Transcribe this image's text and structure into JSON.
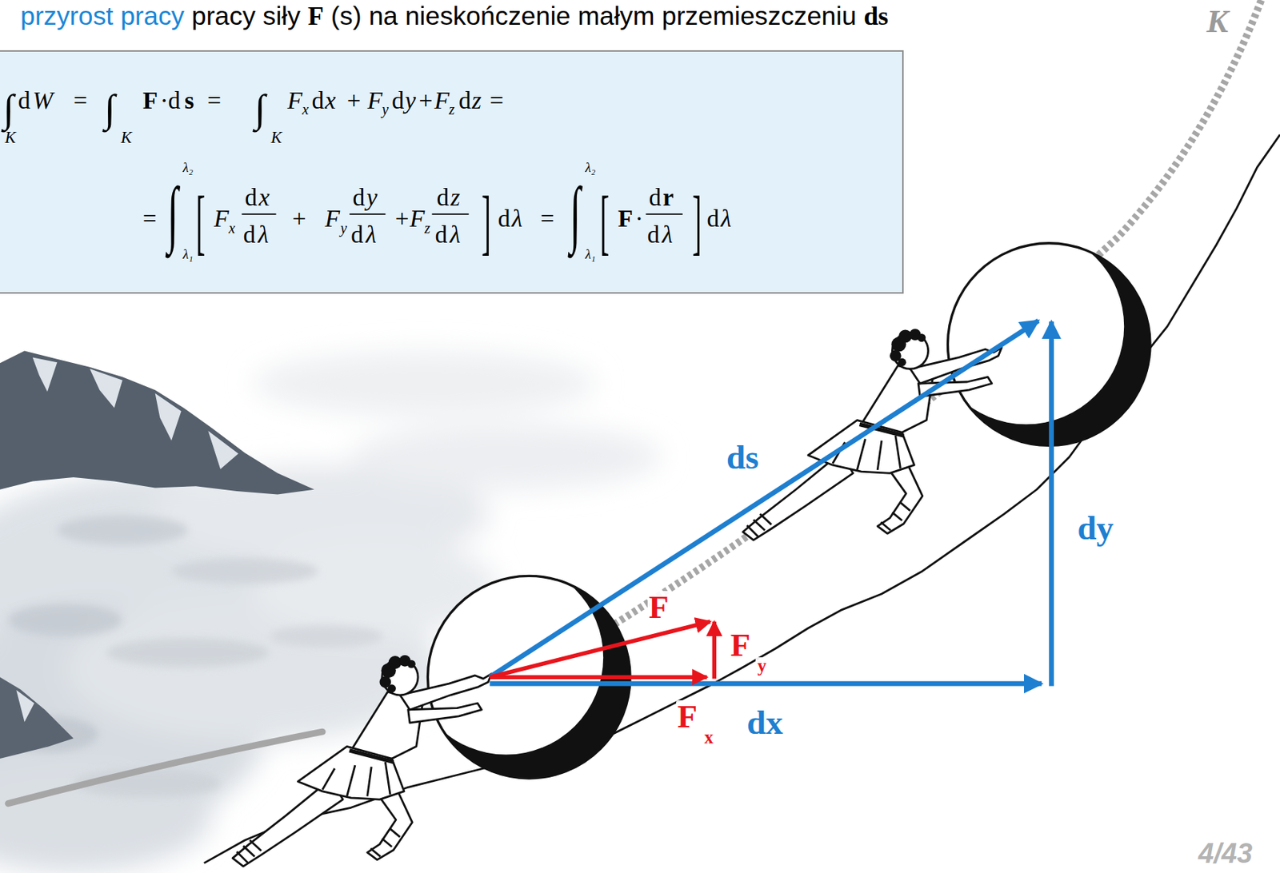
{
  "diagram": {
    "nodes": [
      {
        "text": [
          "∫",
          "K",
          "d",
          "W",
          "=",
          "∫",
          "K",
          "F",
          "·d",
          "s",
          "=",
          "∫",
          "K",
          "F",
          "x",
          "d",
          "x",
          "+",
          "F",
          "y",
          "d",
          "y",
          "+",
          "F",
          "z",
          "d",
          "z",
          "=",
          "=",
          "∫",
          "λ₂",
          "λ₁",
          "[",
          "F",
          "x",
          "d",
          "x",
          "d",
          "λ",
          "+",
          "F",
          "y",
          "d",
          "y",
          "d",
          "λ",
          "+",
          "F",
          "z",
          "d",
          "z",
          "d",
          "λ",
          "]",
          "d",
          "λ",
          "=",
          "∫",
          "λ₂",
          "λ₁",
          "[",
          "F",
          "·",
          "d",
          "r",
          "d",
          "λ",
          "]",
          "d",
          "λ"
        ]
      }
    ],
    "labels": [
      "przyrost pracy",
      "pracy siły",
      "F",
      "(s)",
      "na nieskończenie małym przemieszczeniu",
      "ds",
      "K",
      "ds",
      "dy",
      "dx",
      "F",
      "F",
      "y",
      "F",
      "x",
      "4/43"
    ]
  }
}
